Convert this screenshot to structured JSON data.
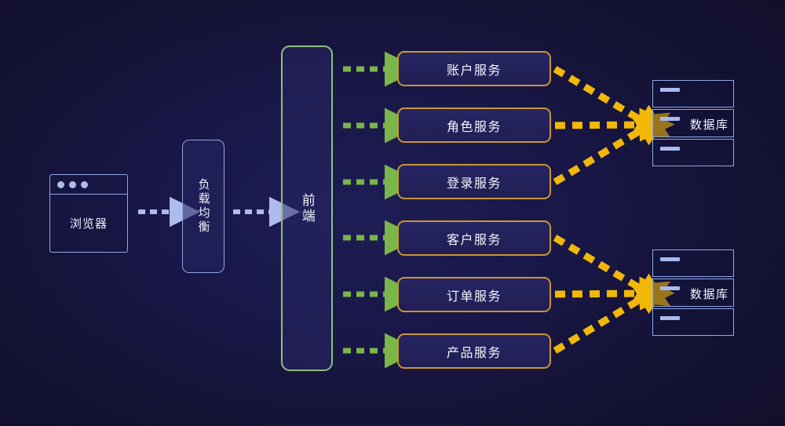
{
  "diagram": {
    "title": "Microservice Architecture Diagram",
    "background_color": "#191747",
    "nodes": {
      "browser": {
        "label": "浏览器",
        "icon": "browser-window-icon",
        "dots": 3,
        "border_color": "#93a7e8"
      },
      "load_balancer": {
        "label": "负载均衡",
        "border_color": "#8fa4e6"
      },
      "frontend": {
        "label": "前端",
        "border_color": "#8fbf7e"
      }
    },
    "services": [
      {
        "label": "账户服务"
      },
      {
        "label": "角色服务"
      },
      {
        "label": "登录服务"
      },
      {
        "label": "客户服务"
      },
      {
        "label": "订单服务"
      },
      {
        "label": "产品服务"
      }
    ],
    "service_style": {
      "border_color": "#cb9630",
      "fill_color": "#272563",
      "text_color": "#f4f6ff"
    },
    "databases": [
      {
        "label": "数据库",
        "segments": 3
      },
      {
        "label": "数据库",
        "segments": 3
      }
    ],
    "database_style": {
      "border_color": "#8fa8e8",
      "bar_color": "#a9baef"
    },
    "connectors": {
      "browser_to_lb": {
        "style": "dashed-arrow",
        "color": "#aebcec"
      },
      "lb_to_frontend": {
        "style": "dashed-arrow",
        "color": "#aebcec"
      },
      "frontend_to_services": {
        "style": "dashed-arrow",
        "color": "#7ab648",
        "count": 6
      },
      "services_to_databases": {
        "style": "dashed-arrow",
        "color": "#f2b808",
        "count": 6
      }
    }
  }
}
